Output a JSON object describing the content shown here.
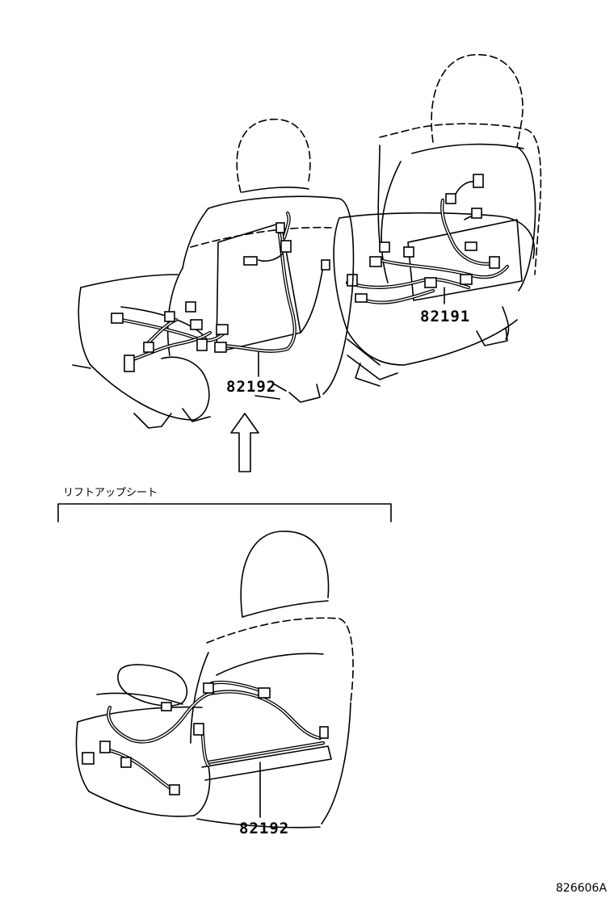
{
  "callouts": {
    "upper_left_part": "82192",
    "upper_right_part": "82191",
    "lower_part": "82192"
  },
  "section": {
    "title": "リフトアップシート"
  },
  "figure_code": "826606A"
}
